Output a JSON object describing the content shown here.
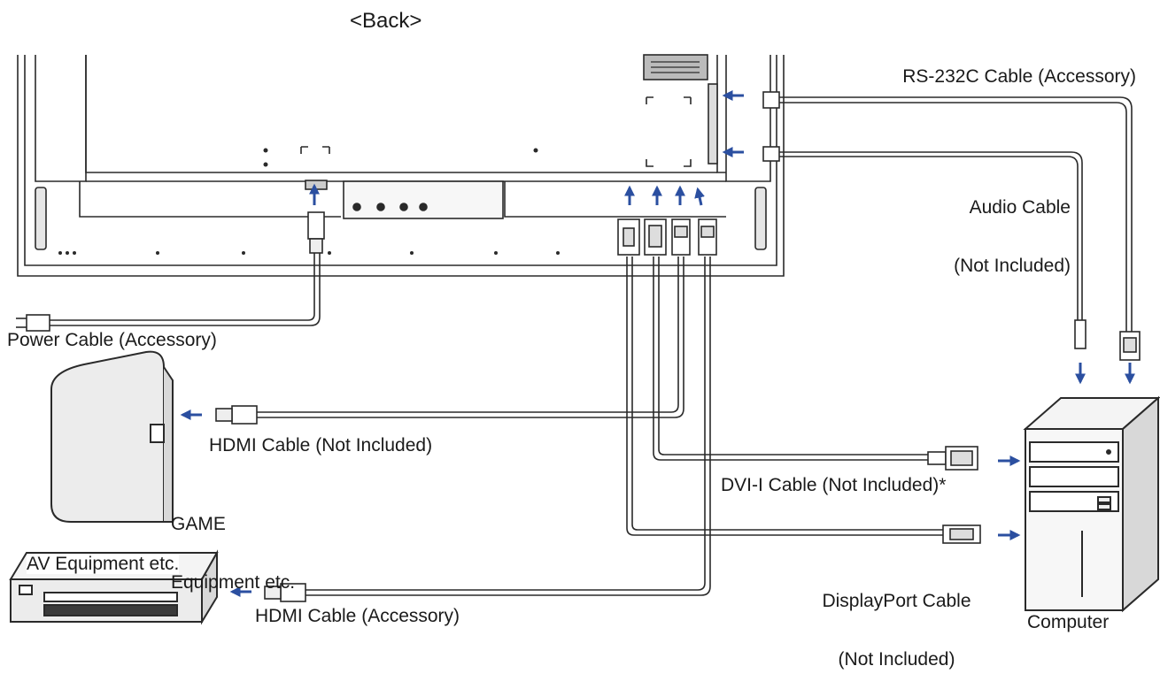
{
  "title": "<Back>",
  "labels": {
    "rs232c": "RS-232C Cable (Accessory)",
    "audio_line1": "Audio Cable",
    "audio_line2": "(Not Included)",
    "power": "Power Cable (Accessory)",
    "hdmi_game": "HDMI Cable (Not Included)",
    "game_line1": "GAME",
    "game_line2": "Equipment etc.",
    "dvi": "DVI-I Cable (Not Included)*",
    "displayport_line1": "DisplayPort Cable",
    "displayport_line2": "(Not Included)",
    "av_equipment": "AV Equipment etc.",
    "hdmi_av": "HDMI Cable (Accessory)",
    "computer": "Computer"
  },
  "colors": {
    "line": "#2a2a2a",
    "arrow": "#2b4fa0",
    "monitor_fill": "#f4f4f4",
    "device_fill": "#ececec"
  },
  "icons": [
    "monitor-back",
    "game-console-icon",
    "av-player-icon",
    "computer-tower-icon",
    "power-plug-icon",
    "hdmi-plug-icon",
    "dvi-plug-icon",
    "displayport-plug-icon",
    "audio-jack-icon",
    "rs232c-plug-icon",
    "arrow-icon"
  ]
}
